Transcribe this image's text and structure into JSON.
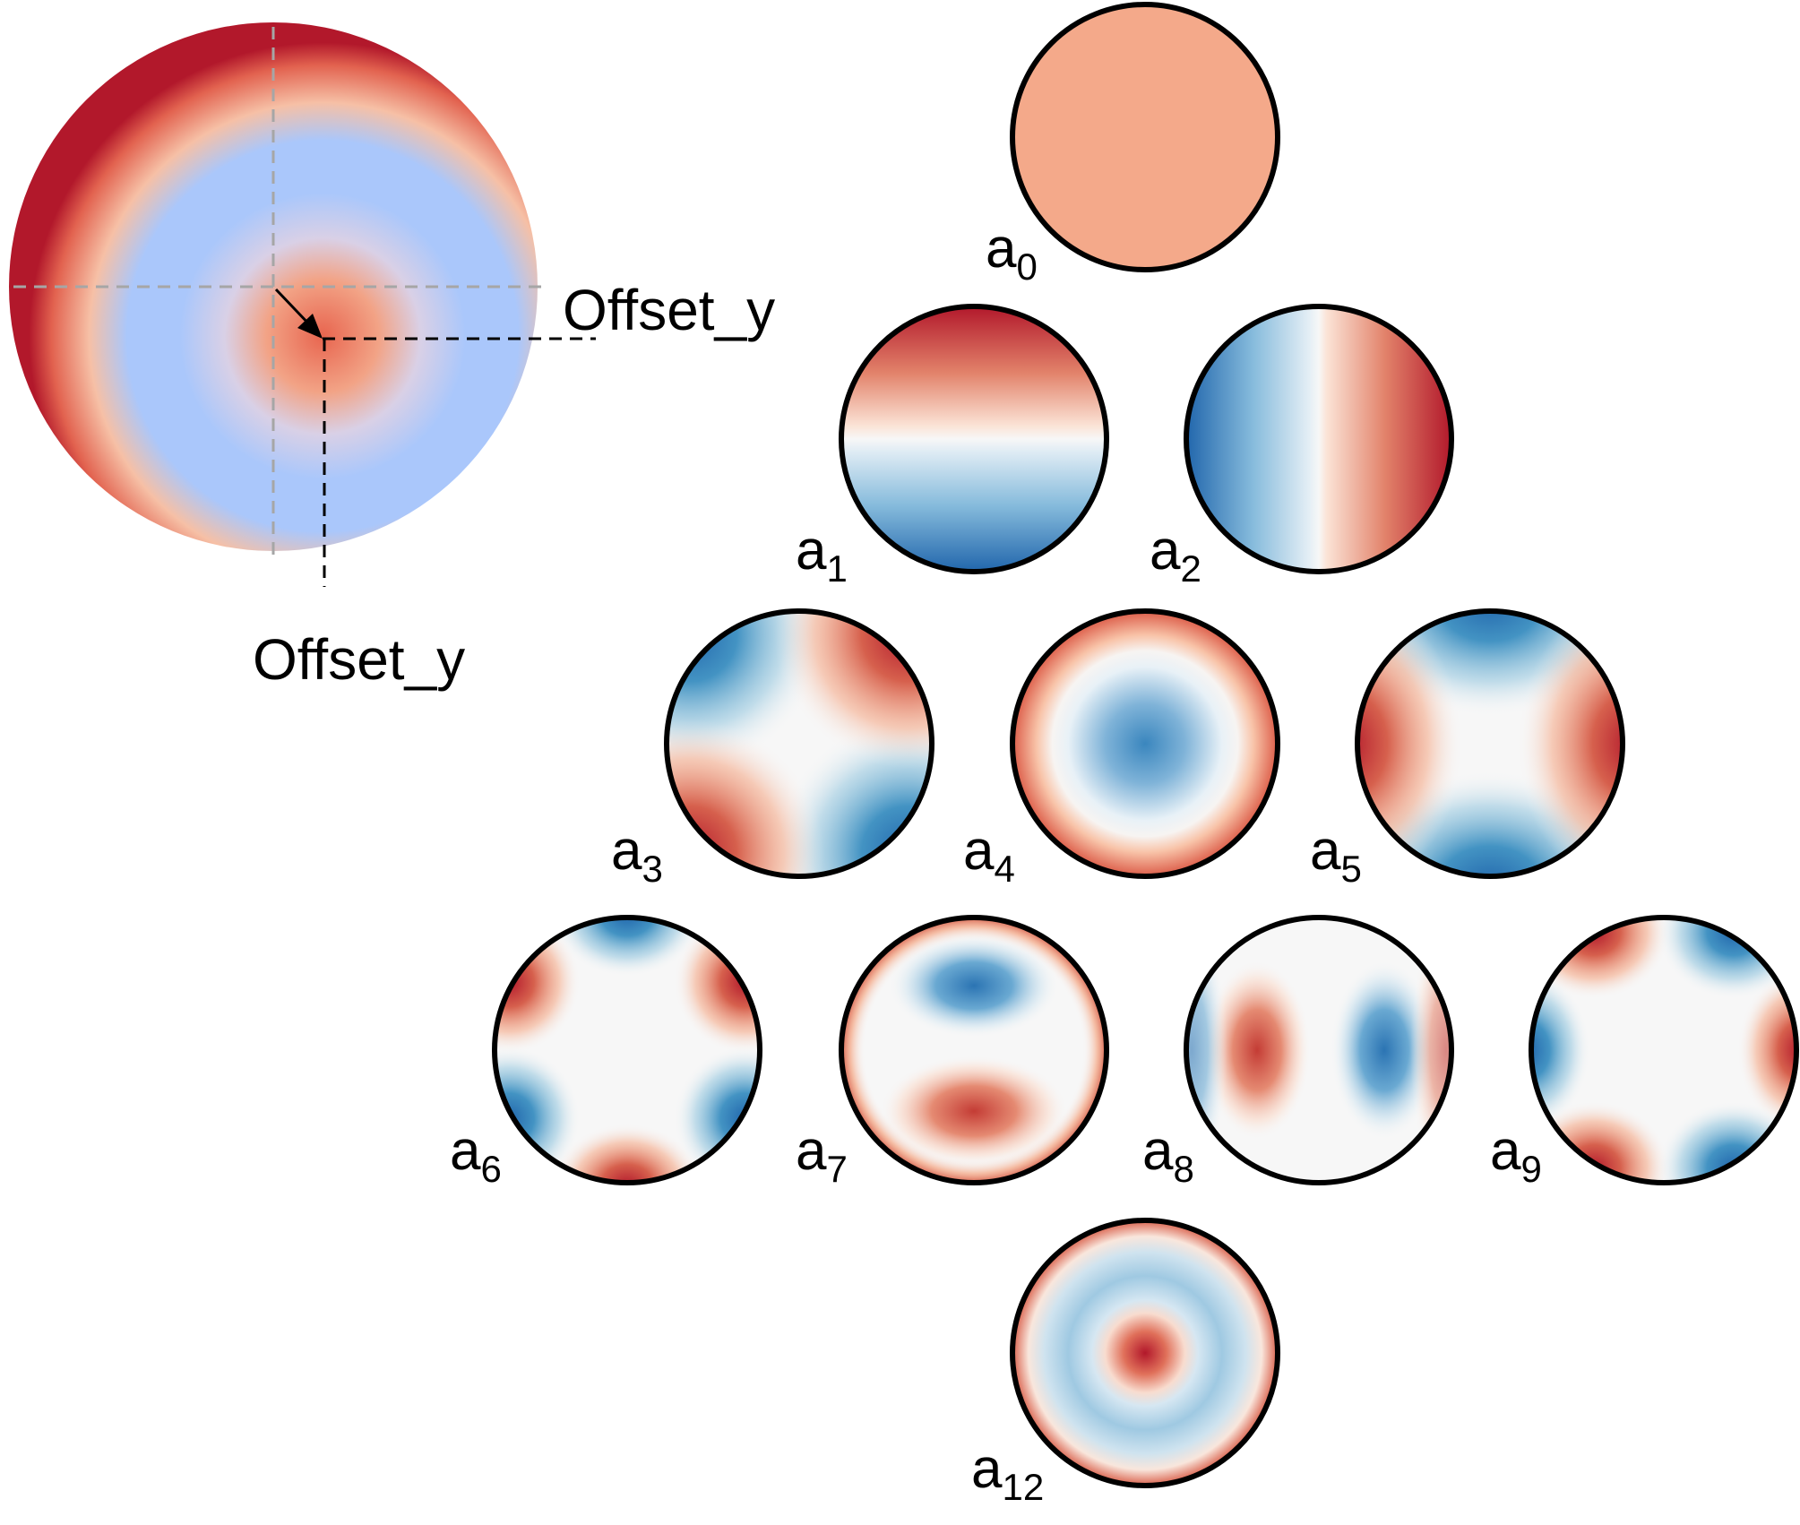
{
  "offset_panel": {
    "label_right": "Offset_y",
    "label_bottom": "Offset_y"
  },
  "modes": [
    {
      "letter": "a",
      "index": "0"
    },
    {
      "letter": "a",
      "index": "1"
    },
    {
      "letter": "a",
      "index": "2"
    },
    {
      "letter": "a",
      "index": "3"
    },
    {
      "letter": "a",
      "index": "4"
    },
    {
      "letter": "a",
      "index": "5"
    },
    {
      "letter": "a",
      "index": "6"
    },
    {
      "letter": "a",
      "index": "7"
    },
    {
      "letter": "a",
      "index": "8"
    },
    {
      "letter": "a",
      "index": "9"
    },
    {
      "letter": "a",
      "index": "12"
    }
  ],
  "colors": {
    "deep_red": "#b2182b",
    "red": "#d6604d",
    "salmon": "#f4a582",
    "light_salmon": "#fddbc7",
    "white": "#f7f7f7",
    "light_blue": "#d1e5f0",
    "sky": "#92c5de",
    "blue": "#4393c3",
    "deep_blue": "#2166ac",
    "periwinkle": "#aac7fb",
    "outline": "#000000",
    "guide_gray": "#a6a6a6"
  }
}
